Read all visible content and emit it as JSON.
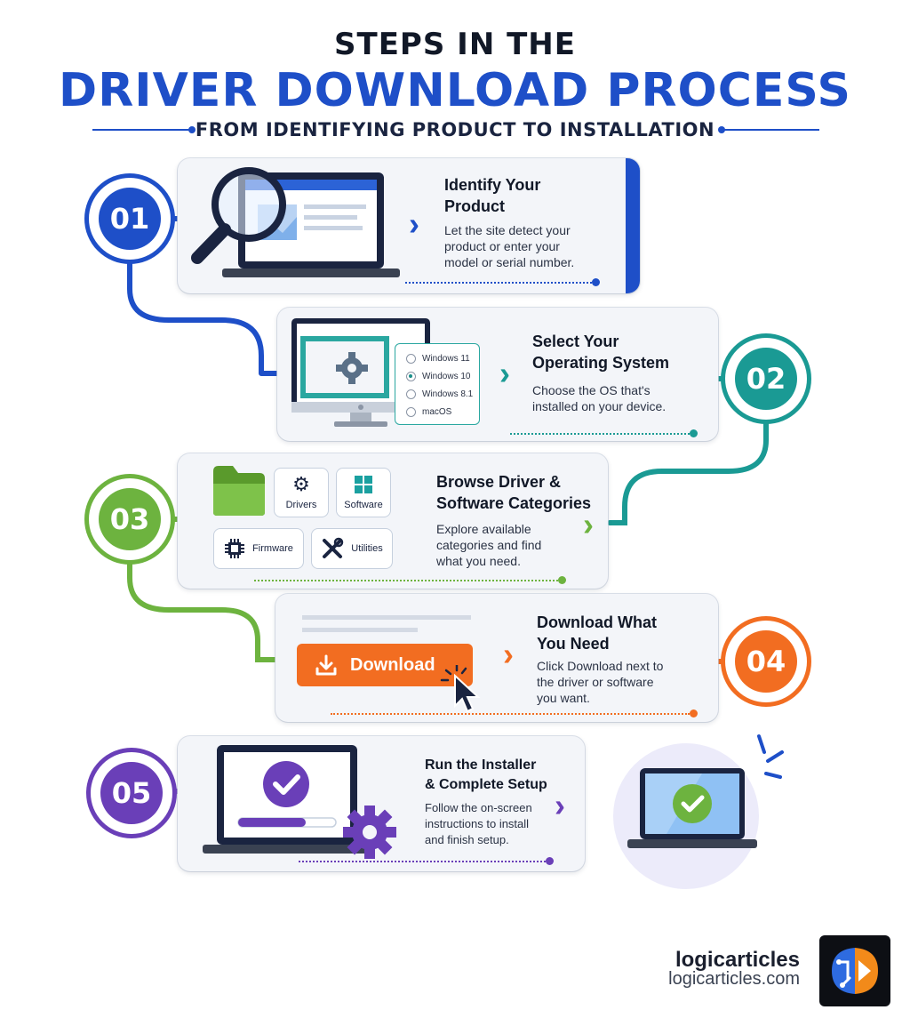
{
  "header": {
    "title_line1": "STEPS IN THE",
    "title_line2": "DRIVER DOWNLOAD PROCESS",
    "subtitle": "FROM IDENTIFYING PRODUCT TO INSTALLATION"
  },
  "colors": {
    "blue": "#1e4fc8",
    "teal": "#1a9a94",
    "green": "#6db33f",
    "orange": "#f26d21",
    "purple": "#6a3fb8"
  },
  "steps": [
    {
      "number": "01",
      "title_line1": "Identify Your",
      "title_line2": "Product",
      "body_line1": "Let the site detect your",
      "body_line2": "product or enter your",
      "body_line3": "model or serial number.",
      "icon": "magnifier-laptop-icon"
    },
    {
      "number": "02",
      "title_line1": "Select Your",
      "title_line2": "Operating System",
      "body_line1": "Choose the OS that's",
      "body_line2": "installed on your device.",
      "icon": "monitor-gear-icon",
      "os_options": [
        "Windows 11",
        "Windows 10",
        "Windows 8.1",
        "macOS"
      ]
    },
    {
      "number": "03",
      "title_line1": "Browse Driver &",
      "title_line2": "Software Categories",
      "body_line1": "Explore available",
      "body_line2": "categories and find",
      "body_line3": "what you need.",
      "icon": "folder-icon",
      "categories": [
        "Drivers",
        "Software",
        "Firmware",
        "Utilities"
      ]
    },
    {
      "number": "04",
      "title_line1": "Download What",
      "title_line2": "You Need",
      "body_line1": "Click Download next to",
      "body_line2": "the driver or software",
      "body_line3": "you want.",
      "icon": "download-icon",
      "button_label": "Download"
    },
    {
      "number": "05",
      "title_line1": "Run the Installer",
      "title_line2": "& Complete Setup",
      "body_line1": "Follow the on-screen",
      "body_line2": "instructions to install",
      "body_line3": "and finish setup.",
      "icon": "laptop-check-icon"
    }
  ],
  "brand": {
    "name": "logicarticles",
    "url": "logicarticles.com"
  }
}
